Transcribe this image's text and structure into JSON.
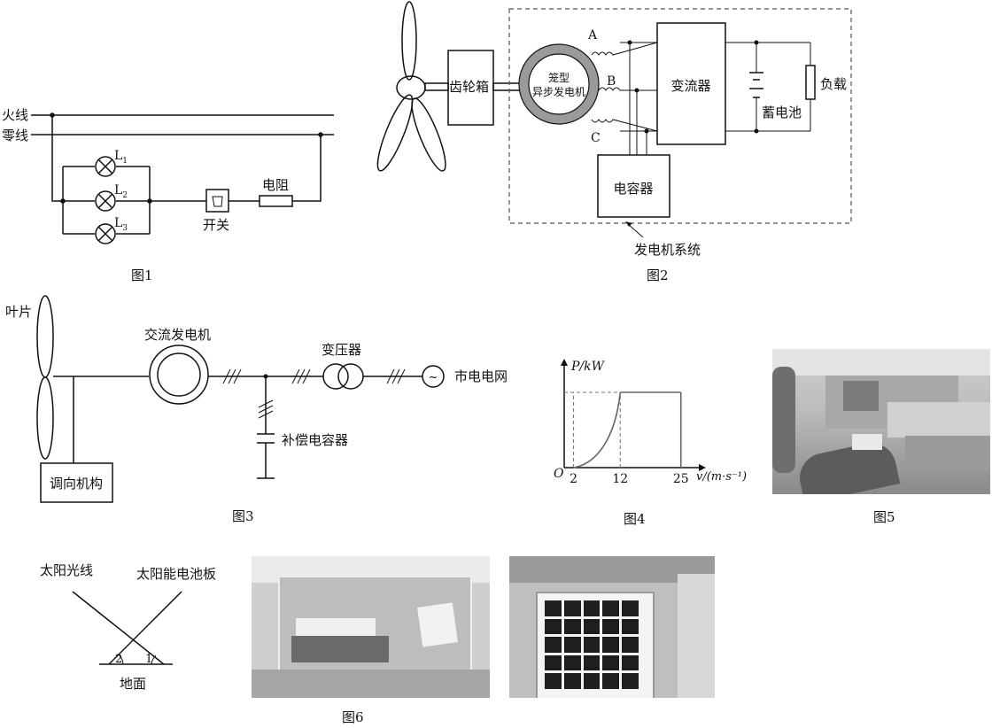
{
  "fig1": {
    "live_wire": "火线",
    "neutral_wire": "零线",
    "lamps": [
      "L",
      "L",
      "L"
    ],
    "lamp_subscripts": [
      "1",
      "2",
      "3"
    ],
    "switch_label": "开关",
    "resistor_label": "电阻",
    "caption": "图1"
  },
  "fig2": {
    "gearbox": "齿轮箱",
    "generator_line1": "笼型",
    "generator_line2": "异步发电机",
    "phases": [
      "A",
      "B",
      "C"
    ],
    "converter": "变流器",
    "battery": "蓄电池",
    "load": "负载",
    "capacitor": "电容器",
    "system_label": "发电机系统",
    "caption": "图2"
  },
  "fig3": {
    "blade": "叶片",
    "yaw": "调向机构",
    "generator": "交流发电机",
    "transformer": "变压器",
    "grid": "市电电网",
    "grid_symbol": "~",
    "comp_cap": "补偿电容器",
    "caption": "图3"
  },
  "fig4": {
    "y_axis": "P/kW",
    "x_axis": "v/(m·s⁻¹)",
    "origin": "O",
    "ticks": [
      "2",
      "12",
      "25"
    ],
    "caption": "图4"
  },
  "fig5": {
    "caption": "图5"
  },
  "fig6": {
    "sun_ray": "太阳光线",
    "panel": "太阳能电池板",
    "ground": "地面",
    "angle1": "1",
    "angle2": "2",
    "caption": "图6"
  },
  "chart_data": {
    "type": "line",
    "x": [
      0,
      2,
      12,
      25
    ],
    "y_relative": [
      0,
      0,
      1,
      1
    ],
    "x_ticks": [
      2,
      12,
      25
    ],
    "xlabel": "v/(m·s⁻¹)",
    "ylabel": "P/kW",
    "grid": false
  },
  "colors": {
    "ink": "#111111",
    "curve": "#666666"
  }
}
